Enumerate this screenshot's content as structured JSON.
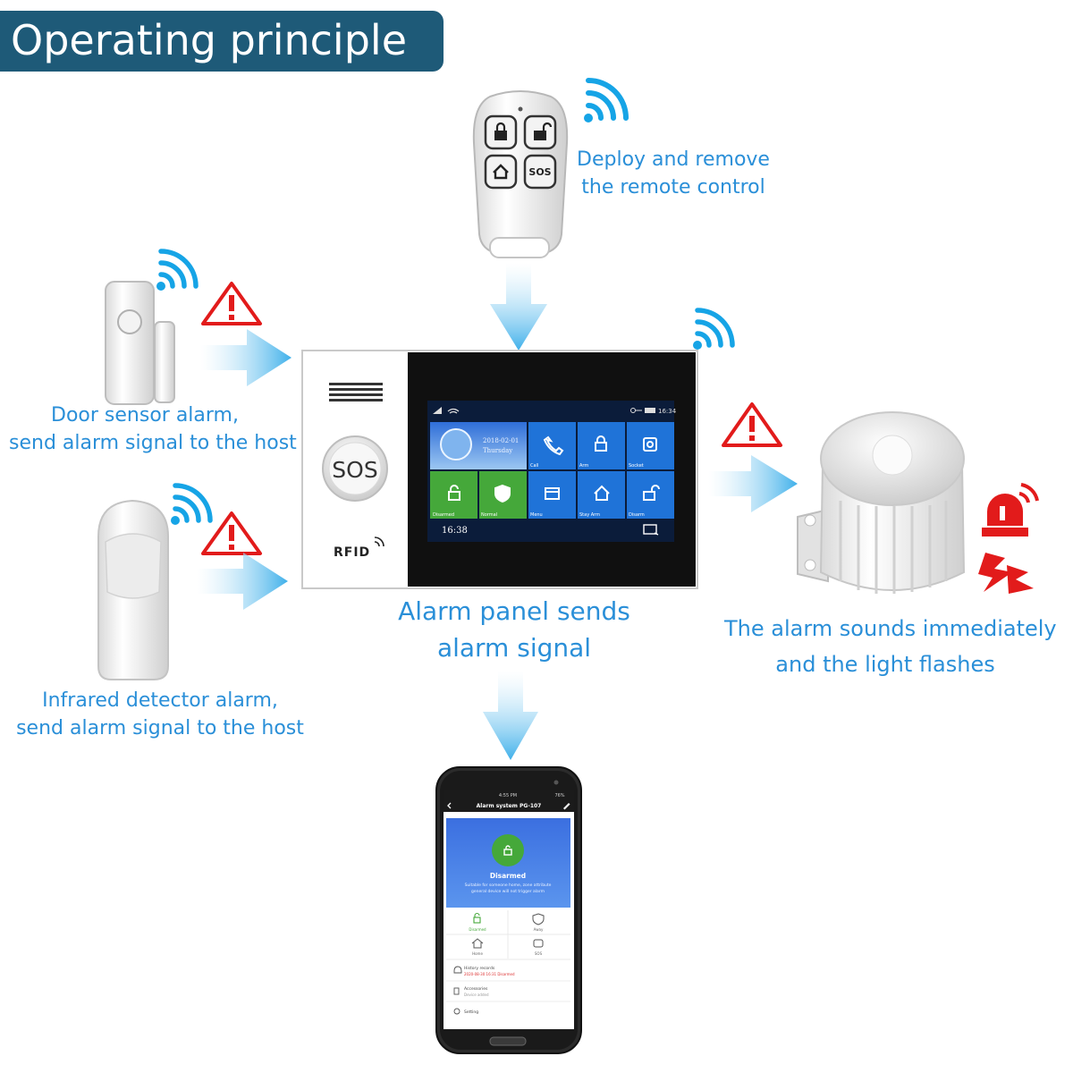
{
  "title": "Operating principle",
  "captions": {
    "remote": [
      "Deploy and remove",
      "the remote control"
    ],
    "door": [
      "Door sensor alarm,",
      "send alarm signal to the host"
    ],
    "infrared": [
      "Infrared detector alarm,",
      "send alarm signal to the host"
    ],
    "panel": [
      "Alarm panel sends",
      "alarm signal"
    ],
    "siren": [
      "The alarm sounds immediately",
      "and the light flashes"
    ]
  },
  "remote_buttons": {
    "sos": "SOS"
  },
  "panel": {
    "sos_label": "SOS",
    "rfid_label": "RFID",
    "screen": {
      "status_time": "16:34",
      "date": "2018-02-01",
      "weekday": "Thursday",
      "tiles": [
        "Call",
        "Arm",
        "Socket",
        "Disarmed",
        "Normal",
        "Menu",
        "Stay Arm",
        "Disarm"
      ],
      "clock": "16:38"
    }
  },
  "phone": {
    "status_time": "4:55 PM",
    "battery": "76%",
    "app_title": "Alarm system PG-107",
    "state_title": "Disarmed",
    "state_desc": [
      "Suitable for someone home, zone attribute",
      "general device will not trigger alarm"
    ],
    "modes": [
      "Disarmed",
      "Away",
      "Home",
      "SOS"
    ],
    "history_label": "History records",
    "history_entry": "2020-08-30 16:31 Disarmed",
    "accessories_label": "Accessories",
    "accessories_sub": "Device added",
    "setting_label": "Setting"
  },
  "colors": {
    "title_bg": "#1e5a78",
    "caption": "#2a8fd8",
    "arrow": "#4ab4ea",
    "wifi": "#16a4e6",
    "warning": "#e21b1b",
    "tile_blue": "#1f73d8",
    "tile_green": "#45a83a"
  }
}
